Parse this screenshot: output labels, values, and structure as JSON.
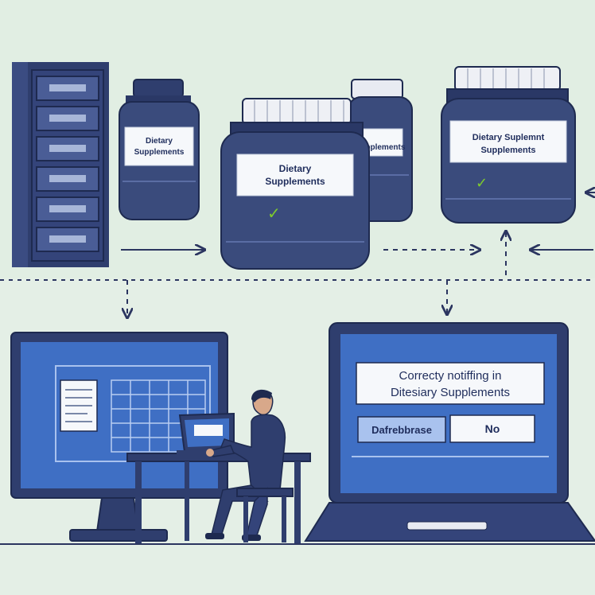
{
  "jars": {
    "small_left": {
      "label_line1": "Dietary",
      "label_line2": "Supplements"
    },
    "large_center": {
      "label_line1": "Dietary",
      "label_line2": "Supplements",
      "check": "✓"
    },
    "small_back": {
      "label_line1": "",
      "label_line2": "Supplements"
    },
    "large_right": {
      "label_line1": "Dietary Suplemnt",
      "label_line2": "Supplements",
      "check": "✓"
    }
  },
  "laptop_dialog": {
    "line1": "Correcty notiffing in",
    "line2": "Ditesiary Supplements",
    "field_label": "Dafrebbrase",
    "field_value": "No"
  },
  "colors": {
    "background": "#e4efe6",
    "navy": "#2f3e6e",
    "jar_body": "#3a4b7c",
    "screen_blue": "#3f6fc4",
    "check_green": "#7ecb2d",
    "label_white": "#f6f8fb"
  },
  "icons": [
    "filing-cabinet-icon",
    "supplement-jar-icon",
    "desktop-monitor-icon",
    "laptop-icon",
    "person-icon",
    "arrow-icon"
  ]
}
